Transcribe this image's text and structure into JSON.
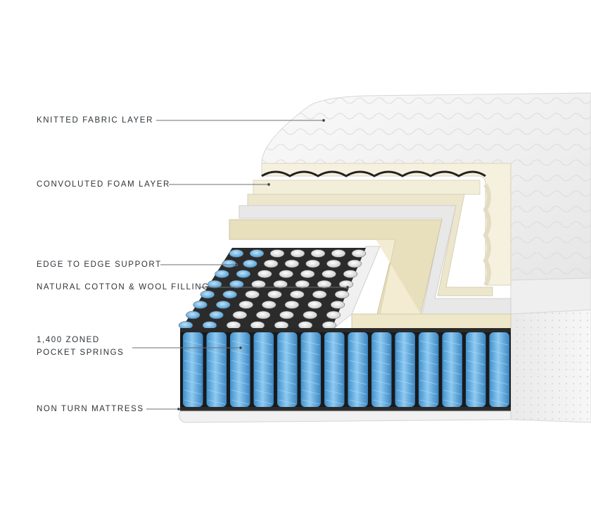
{
  "labels": {
    "knitted": "KNITTED FABRIC LAYER",
    "convoluted": "CONVOLUTED FOAM LAYER",
    "edge": "EDGE TO EDGE SUPPORT",
    "natural": "NATURAL COTTON & WOOL FILLING",
    "springs_line1": "1,400 ZONED",
    "springs_line2": "POCKET SPRINGS",
    "non_turn": "NON TURN MATTRESS"
  },
  "colors": {
    "text": "#2e3338",
    "leader": "#6b6f73",
    "spring_blue": "#6cb4e6",
    "spring_blue_dark": "#3f8fcb",
    "foam": "#f2ecd6",
    "cover": "#f4f4f4"
  }
}
